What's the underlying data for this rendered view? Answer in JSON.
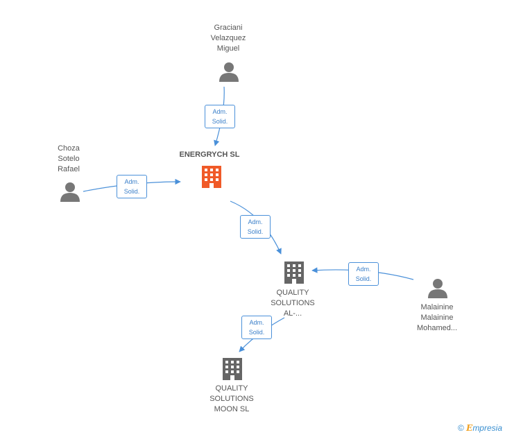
{
  "nodes": {
    "graciani": {
      "label": "Graciani\nVelazquez\nMiguel",
      "icon": "person-icon"
    },
    "choza": {
      "label": "Choza\nSotelo\nRafael",
      "icon": "person-icon"
    },
    "energrych": {
      "label": "ENERGRYCH SL",
      "icon": "building-icon",
      "color": "#f05a28"
    },
    "quality_al": {
      "label": "QUALITY\nSOLUTIONS\nAL-...",
      "icon": "building-icon",
      "color": "#666666"
    },
    "malainine": {
      "label": "Malainine\nMalainine\nMohamed...",
      "icon": "person-icon"
    },
    "quality_moon": {
      "label": "QUALITY\nSOLUTIONS\nMOON SL",
      "icon": "building-icon",
      "color": "#666666"
    }
  },
  "edges": [
    {
      "label": "Adm.\nSolid."
    },
    {
      "label": "Adm.\nSolid."
    },
    {
      "label": "Adm.\nSolid."
    },
    {
      "label": "Adm.\nSolid."
    },
    {
      "label": "Adm.\nSolid."
    }
  ],
  "colors": {
    "edge": "#4a90d9",
    "person": "#777777",
    "main_building": "#f05a28",
    "building": "#666666"
  },
  "footer": {
    "copyright": "©",
    "brand_e": "E",
    "brand_rest": "mpresia"
  }
}
